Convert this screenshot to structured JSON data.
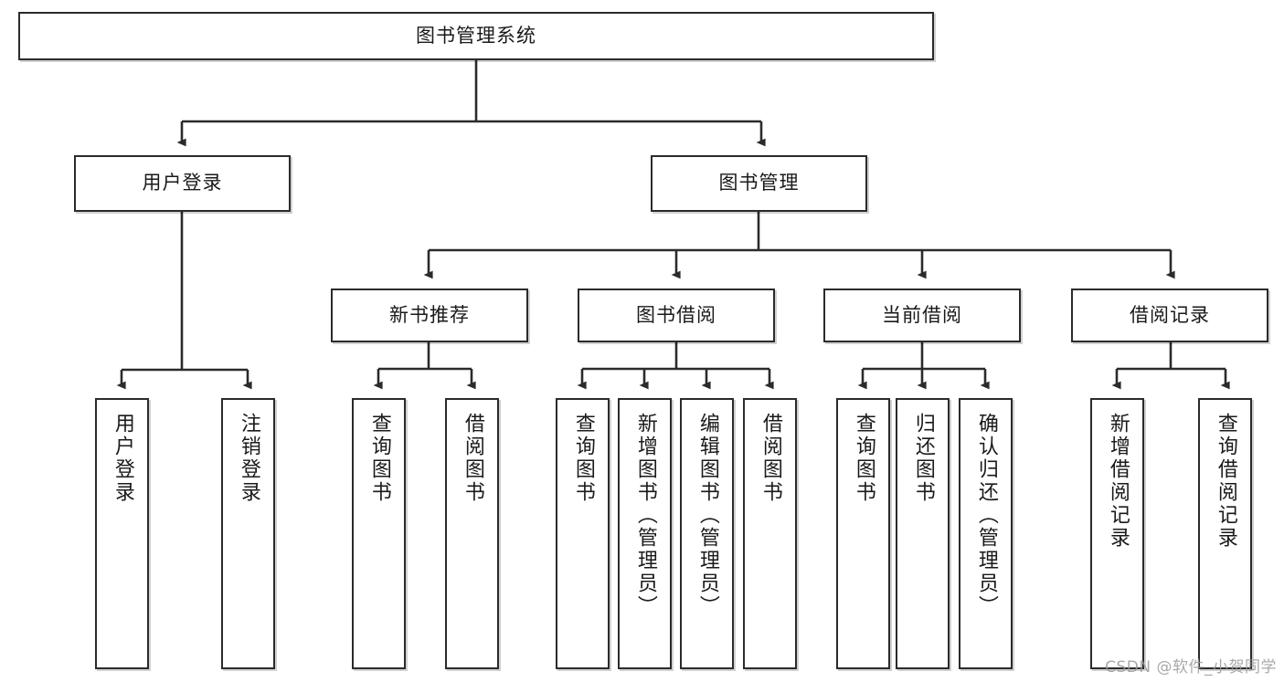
{
  "diagram": {
    "type": "tree-hierarchy",
    "title": "图书管理系统",
    "watermark": "CSDN @软件_小贺同学",
    "colors": {
      "box_border": "#2b2b2b",
      "box_fill": "#ffffff",
      "connector": "#2b2b2b",
      "text": "#1a1a1a",
      "watermark": "#9a9a9a"
    },
    "nodes": {
      "root": {
        "label": "图书管理系统"
      },
      "level2": [
        {
          "id": "user-login",
          "label": "用户登录"
        },
        {
          "id": "book-management",
          "label": "图书管理"
        }
      ],
      "level3": [
        {
          "id": "new-book-recommend",
          "label": "新书推荐"
        },
        {
          "id": "book-borrow",
          "label": "图书借阅"
        },
        {
          "id": "current-borrow",
          "label": "当前借阅"
        },
        {
          "id": "borrow-record",
          "label": "借阅记录"
        }
      ],
      "leaves": {
        "user-login": [
          {
            "id": "leaf-user-login",
            "label": "用户登录"
          },
          {
            "id": "leaf-logout",
            "label": "注销登录"
          }
        ],
        "new-book-recommend": [
          {
            "id": "leaf-query-book-1",
            "label": "查询图书"
          },
          {
            "id": "leaf-borrow-book-1",
            "label": "借阅图书"
          }
        ],
        "book-borrow": [
          {
            "id": "leaf-query-book-2",
            "label": "查询图书"
          },
          {
            "id": "leaf-add-book",
            "label": "新增图书（管理员）"
          },
          {
            "id": "leaf-edit-book",
            "label": "编辑图书（管理员）"
          },
          {
            "id": "leaf-borrow-book-2",
            "label": "借阅图书"
          }
        ],
        "current-borrow": [
          {
            "id": "leaf-query-book-3",
            "label": "查询图书"
          },
          {
            "id": "leaf-return-book",
            "label": "归还图书"
          },
          {
            "id": "leaf-confirm-return",
            "label": "确认归还（管理员）"
          }
        ],
        "borrow-record": [
          {
            "id": "leaf-add-record",
            "label": "新增借阅记录"
          },
          {
            "id": "leaf-query-record",
            "label": "查询借阅记录"
          }
        ]
      }
    }
  }
}
